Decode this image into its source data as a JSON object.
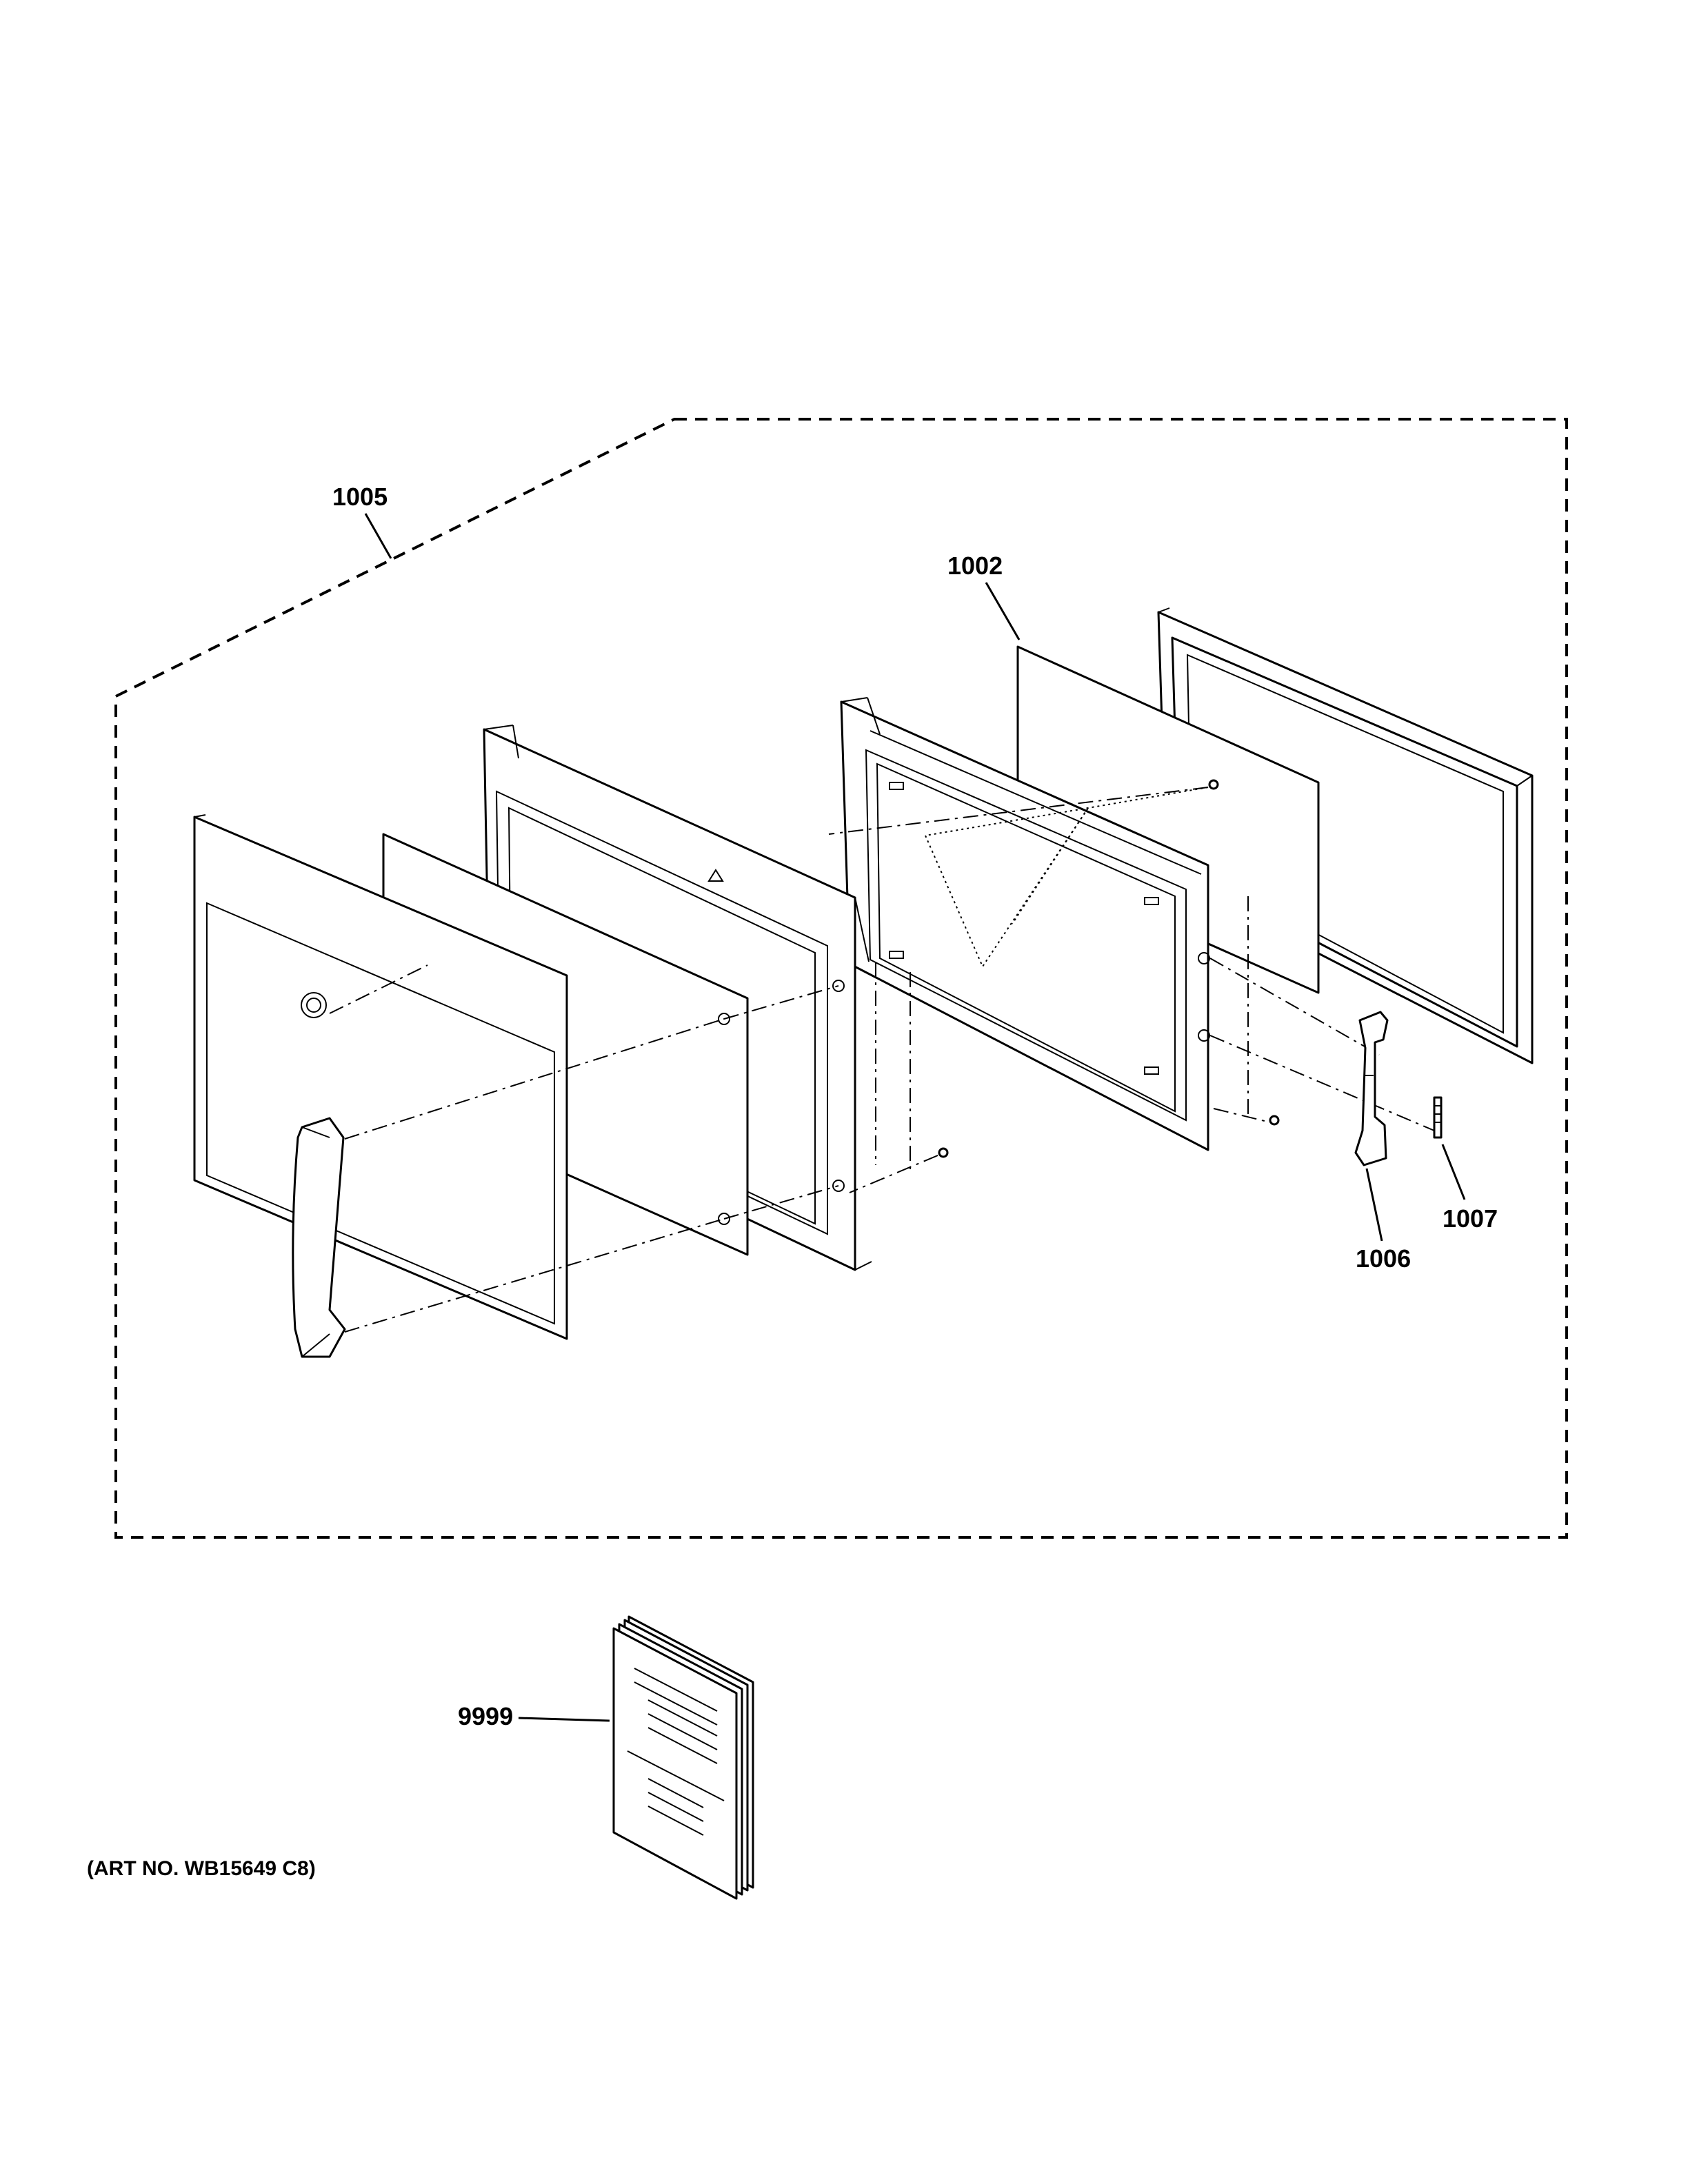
{
  "callouts": {
    "assembly": "1005",
    "glass_panel": "1002",
    "hinge": "1006",
    "spring": "1007",
    "manual": "9999"
  },
  "art_number": "(ART NO. WB15649 C8)"
}
